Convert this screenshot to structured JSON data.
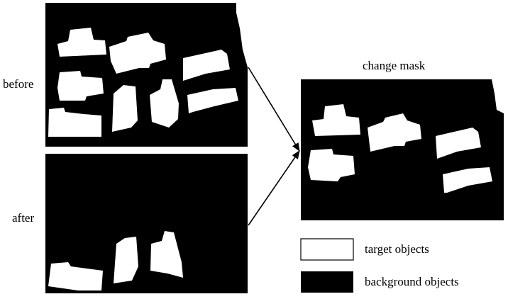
{
  "labels": {
    "before": "before",
    "after": "after",
    "change_mask": "change mask"
  },
  "legend": [
    {
      "label": "target objects",
      "swatch": "#ffffff"
    },
    {
      "label": "background objects",
      "swatch": "#000000"
    }
  ],
  "colors": {
    "background_objects": "#000000",
    "target_objects": "#ffffff",
    "arrow": "#000000"
  }
}
